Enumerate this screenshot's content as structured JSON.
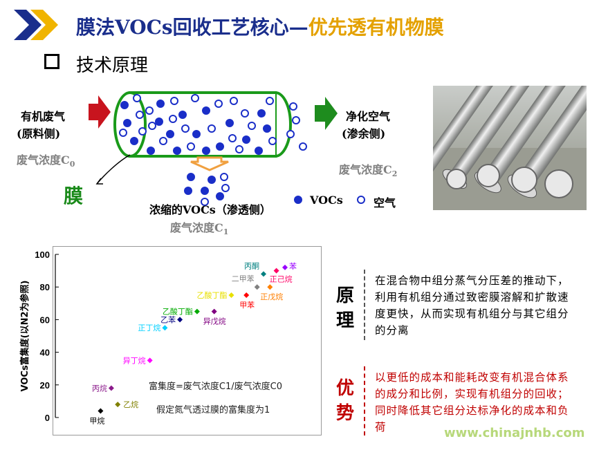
{
  "header": {
    "title_part1": "膜法VOCs回收工艺核心—",
    "title_part2": "优先透有机物膜",
    "section": "技术原理"
  },
  "diagram": {
    "feed_label_1": "有机废气",
    "feed_label_2": "(原料侧)",
    "feed_conc": "废气浓度C",
    "feed_conc_sub": "0",
    "retentate_label_1": "净化空气",
    "retentate_label_2": "(渗余侧)",
    "retentate_conc": "废气浓度C",
    "retentate_conc_sub": "2",
    "membrane_label": "膜",
    "permeate_label": "浓缩的VOCs（渗透侧）",
    "permeate_conc": "废气浓度C",
    "permeate_conc_sub": "1",
    "legend": [
      {
        "label": "VOCs",
        "symbol": "filled-circle"
      },
      {
        "label": "空气",
        "symbol": "open-circle"
      }
    ],
    "colors": {
      "arrow_in": "#c8141e",
      "arrow_out": "#1e8c1e",
      "membrane": "#1a9a1a",
      "voc": "#1a2ec8",
      "permeate_arrow": "#f0a040"
    }
  },
  "chart_data": {
    "type": "scatter",
    "title": "",
    "xlabel": "",
    "ylabel": "VOCs富集度(以N2为参照)",
    "ylim": [
      0,
      100
    ],
    "yticks": [
      "0",
      "20",
      "40",
      "60",
      "80",
      "100"
    ],
    "points": [
      {
        "name": "甲烷",
        "x": 0.14,
        "y": 4,
        "color": "#000000"
      },
      {
        "name": "乙烷",
        "x": 0.22,
        "y": 8,
        "color": "#808000"
      },
      {
        "name": "丙烷",
        "x": 0.19,
        "y": 18,
        "color": "#8b1a8b"
      },
      {
        "name": "异丁烷",
        "x": 0.37,
        "y": 35,
        "color": "#ff00ff"
      },
      {
        "name": "正丁烷",
        "x": 0.44,
        "y": 55,
        "color": "#00d0ff"
      },
      {
        "name": "乙苯",
        "x": 0.51,
        "y": 60,
        "color": "#000080"
      },
      {
        "name": "乙酸丁酯",
        "x": 0.59,
        "y": 65,
        "color": "#00aa00"
      },
      {
        "name": "异戊烷",
        "x": 0.67,
        "y": 65,
        "color": "#800080"
      },
      {
        "name": "乙酸丁酯",
        "x": 0.75,
        "y": 75,
        "color": "#e8e000"
      },
      {
        "name": "甲苯",
        "x": 0.82,
        "y": 75,
        "color": "#ff0000"
      },
      {
        "name": "二甲苯",
        "x": 0.87,
        "y": 80,
        "color": "#808080"
      },
      {
        "name": "正戊烷",
        "x": 0.93,
        "y": 80,
        "color": "#ff7f00"
      },
      {
        "name": "丙酮",
        "x": 0.9,
        "y": 88,
        "color": "#008080"
      },
      {
        "name": "正己烷",
        "x": 0.96,
        "y": 90,
        "color": "#ff0066"
      },
      {
        "name": "苯",
        "x": 1.0,
        "y": 92,
        "color": "#9900ff"
      }
    ],
    "annotation_1": "富集度=废气浓度C1/废气浓度C0",
    "annotation_2": "假定氮气透过膜的富集度为1"
  },
  "principle": {
    "heading_1": "原",
    "heading_2": "理",
    "text": "在混合物中组分蒸气分压差的推动下，利用有机组分通过致密膜溶解和扩散速度更快，从而实现有机组分与其它组分的分离",
    "color": "#000000"
  },
  "advantage": {
    "heading_1": "优",
    "heading_2": "势",
    "text": "以更低的成本和能耗改变有机混合体系的成分和比例，实现有机组分的回收；同时降低其它组分达标净化的成本和负荷",
    "color": "#c00000"
  },
  "watermark": "www.chinajnhb.com"
}
